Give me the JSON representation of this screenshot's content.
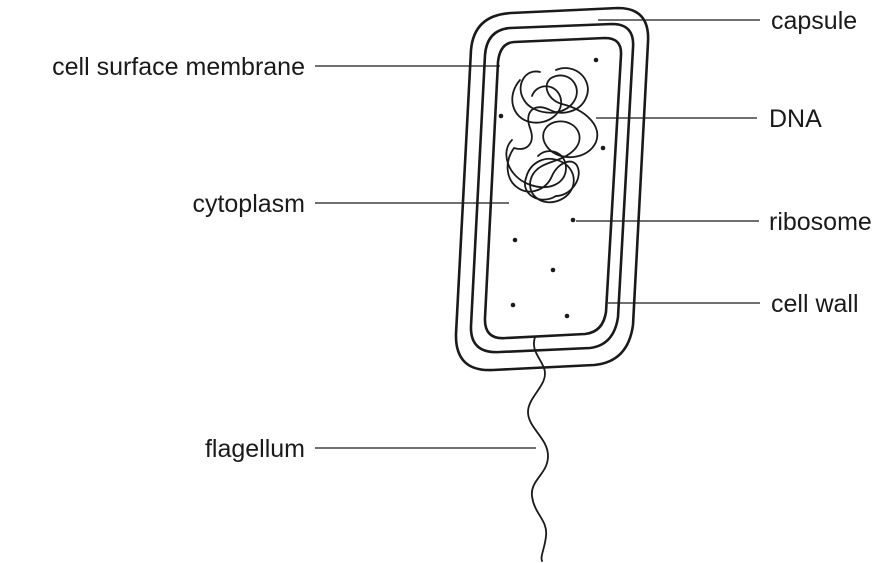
{
  "labels": {
    "capsule": "capsule",
    "cell_surface_membrane": "cell surface membrane",
    "dna": "DNA",
    "cytoplasm": "cytoplasm",
    "ribosome": "ribosome",
    "cell_wall": "cell wall",
    "flagellum": "flagellum"
  },
  "colors": {
    "ink": "#1a1a1a",
    "background": "#ffffff"
  }
}
